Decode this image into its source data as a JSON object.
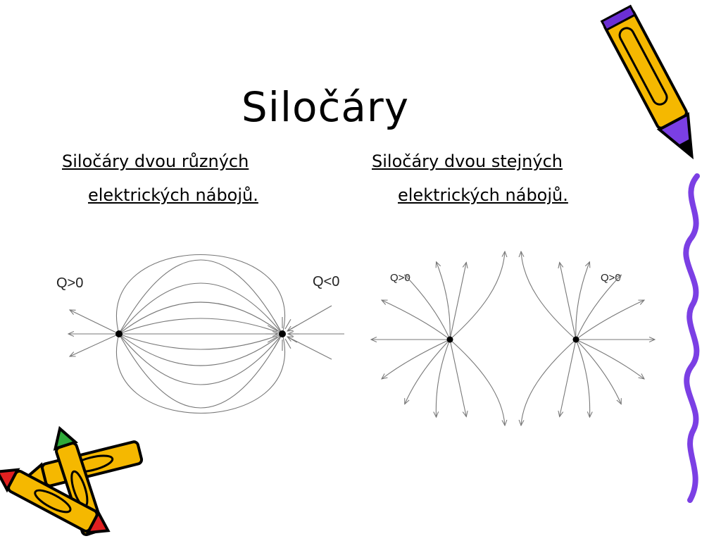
{
  "slide": {
    "title": "Siločáry",
    "left": {
      "line1": "Siločáry dvou různých",
      "line2": "elektrických nábojů."
    },
    "right": {
      "line1": "Siločáry dvou stejných",
      "line2": "elektrických nábojů."
    }
  },
  "diagram_left": {
    "label_positive": "Q>0",
    "label_negative": "Q<0"
  },
  "diagram_right": {
    "label_a": "Q>0",
    "label_b": "Q>0"
  },
  "colors": {
    "field_line": "#777777",
    "wave": "#7b3fe4",
    "pencil": "#f5b800",
    "outline": "#000000"
  }
}
